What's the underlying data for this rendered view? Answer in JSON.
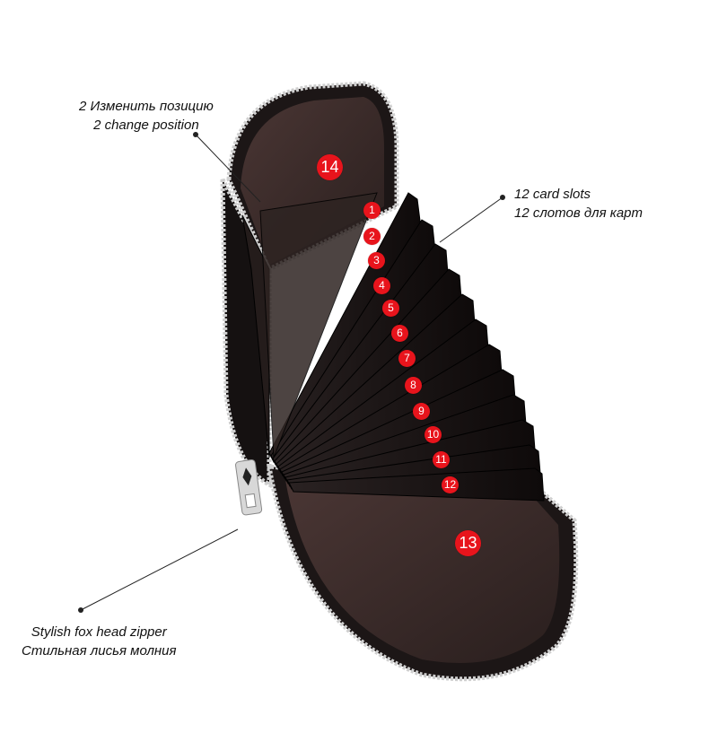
{
  "captions": {
    "change_position_ru": "2 Изменить позицию",
    "change_position_en": "2 change position",
    "card_slots_en": "12 card slots",
    "card_slots_ru": "12 слотов для карт",
    "zipper_en": "Stylish fox head zipper",
    "zipper_ru": "Стильная лисья молния"
  },
  "slot_badges": [
    "1",
    "2",
    "3",
    "4",
    "5",
    "6",
    "7",
    "8",
    "9",
    "10",
    "11",
    "12"
  ],
  "pocket_badges": {
    "top": "14",
    "bottom": "13"
  },
  "colors": {
    "badge": "#e8141c",
    "leather": "#1a1414",
    "lining": "#3a2a28",
    "zipper": "#c8c8c8"
  }
}
